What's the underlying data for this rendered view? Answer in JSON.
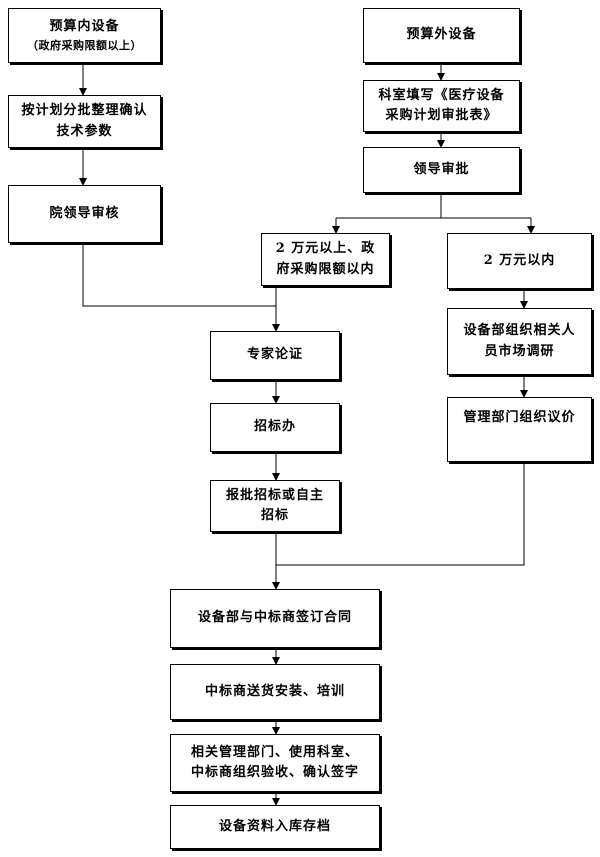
{
  "nodes": {
    "budget_in": {
      "line1": "预算内设备",
      "line2": "（政府采购限额以上）"
    },
    "budget_out": {
      "line1": "预算外设备"
    },
    "fill_form": {
      "line1": "科室填写《医疗设备",
      "line2": "采购计划审批表》"
    },
    "batch_confirm": {
      "line1": "按计划分批整理确认",
      "line2": "技术参数"
    },
    "leader_approval": {
      "line1": "领导审批"
    },
    "hospital_review": {
      "line1": "院领导审核"
    },
    "above_20k": {
      "line1": "2 万元以上、政",
      "line2": "府采购限额以内"
    },
    "within_20k": {
      "line1": "2 万元以内"
    },
    "expert_review": {
      "line1": "专家论证"
    },
    "equipment_research": {
      "line1": "设备部组织相关人",
      "line2": "员市场调研"
    },
    "bidding_office": {
      "line1": "招标办"
    },
    "price_negotiation": {
      "line1": "管理部门组织议价"
    },
    "report_bidding": {
      "line1": "报批招标或自主",
      "line2": "招标"
    },
    "sign_contract": {
      "line1": "设备部与中标商签订合同"
    },
    "delivery_install": {
      "line1": "中标商送货安装、培训"
    },
    "acceptance": {
      "line1": "相关管理部门、使用科室、",
      "line2": "中标商组织验收、确认签字"
    },
    "archive": {
      "line1": "设备资料入库存档"
    }
  }
}
